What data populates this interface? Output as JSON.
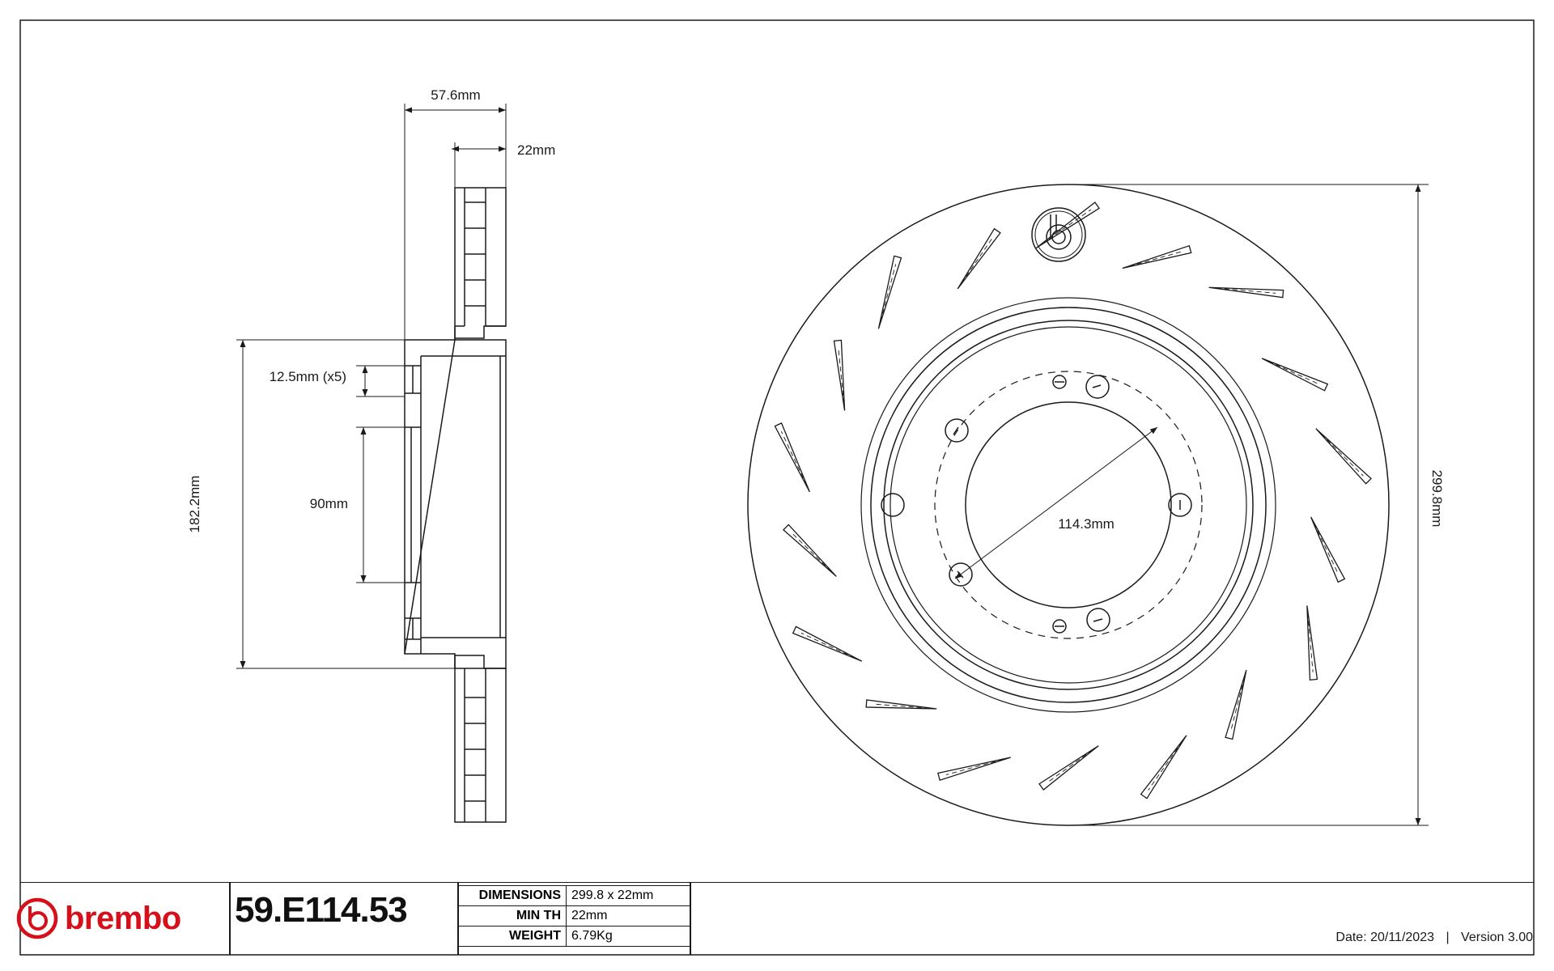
{
  "dimensions": {
    "overall_width": "57.6mm",
    "thickness": "22mm",
    "bolt_hole": "12.5mm (x5)",
    "hat_height": "182.2mm",
    "center_bore": "90mm",
    "pcd": "114.3mm",
    "diameter": "299.8mm"
  },
  "title_block": {
    "brand": "brembo",
    "part_number": "59.E114.53",
    "specs": [
      {
        "label": "DIMENSIONS",
        "value": "299.8 x 22mm"
      },
      {
        "label": "MIN TH",
        "value": "22mm"
      },
      {
        "label": "WEIGHT",
        "value": "6.79Kg"
      }
    ],
    "date": "Date: 20/11/2023",
    "separator": "|",
    "version": "Version 3.00"
  },
  "colors": {
    "brand_red": "#d5101a",
    "line": "#1a1a1a"
  },
  "icons": {
    "brand_logo": "brembo-logo-icon"
  }
}
